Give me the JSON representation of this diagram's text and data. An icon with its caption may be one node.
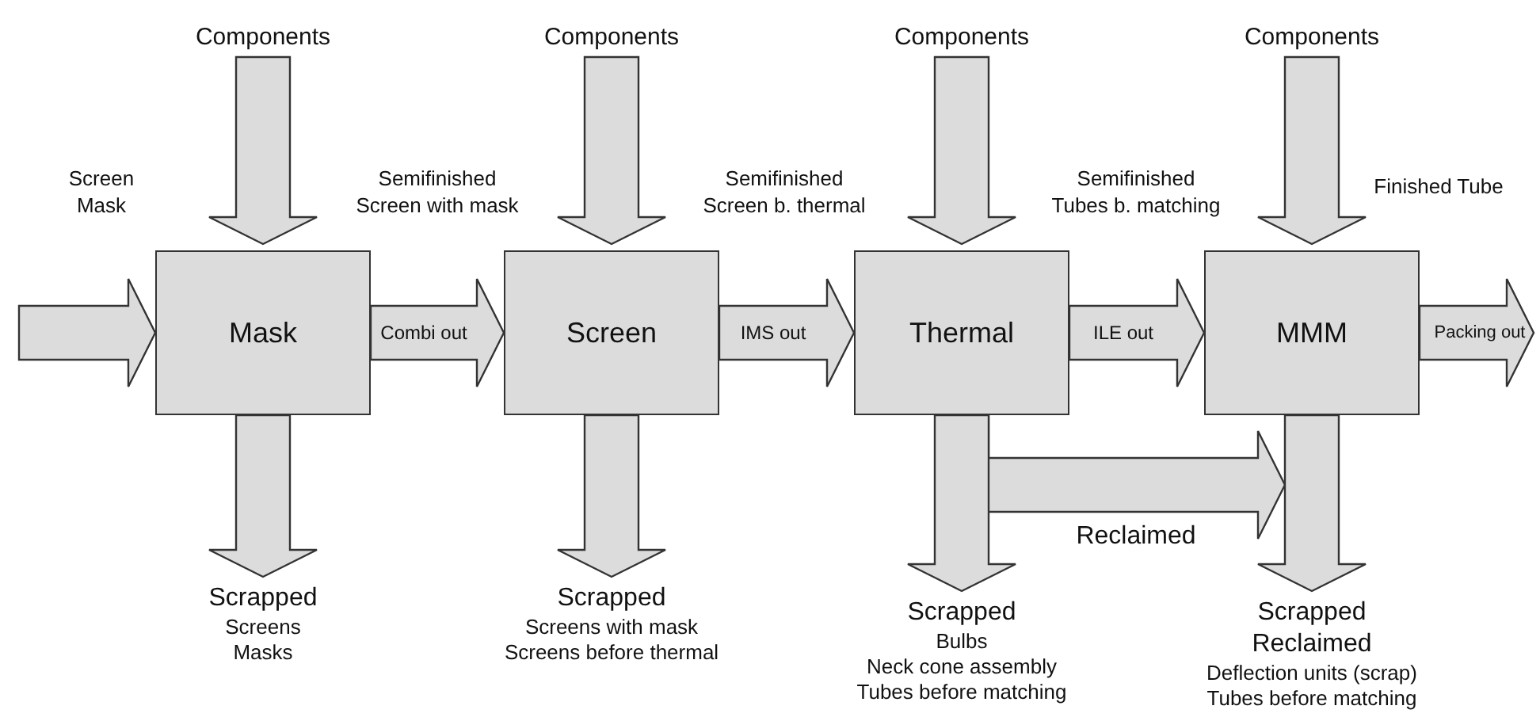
{
  "diagram": {
    "nodes": [
      {
        "text": [
          "Components"
        ]
      },
      {
        "text": [
          "Components"
        ]
      },
      {
        "text": [
          "Components"
        ]
      },
      {
        "text": [
          "Components"
        ]
      },
      {
        "text": [
          "Mask"
        ]
      },
      {
        "text": [
          "Screen"
        ]
      },
      {
        "text": [
          "Thermal"
        ]
      },
      {
        "text": [
          "MMM"
        ]
      },
      {
        "text": [
          "Scrapped",
          "Screens",
          "Masks"
        ]
      },
      {
        "text": [
          "Scrapped",
          "Screens with mask",
          "Screens before thermal"
        ]
      },
      {
        "text": [
          "Scrapped",
          "Bulbs",
          "Neck cone assembly",
          "Tubes before matching"
        ]
      },
      {
        "text": [
          "Scrapped Reclaimed",
          "Deflection units (scrap)",
          "Tubes before matching"
        ]
      }
    ],
    "edges": [
      {
        "from": null,
        "to": 4,
        "arrow": "to"
      },
      {
        "from": 4,
        "to": 5,
        "arrow": "to",
        "label": "Combi out"
      },
      {
        "from": 5,
        "to": 6,
        "arrow": "to",
        "label": "IMS out"
      },
      {
        "from": 6,
        "to": 7,
        "arrow": "to",
        "label": "ILE out"
      },
      {
        "from": 7,
        "to": null,
        "arrow": "to",
        "label": "Packing out"
      },
      {
        "from": 0,
        "to": 4,
        "arrow": "to"
      },
      {
        "from": 1,
        "to": 5,
        "arrow": "to"
      },
      {
        "from": 2,
        "to": 6,
        "arrow": "to"
      },
      {
        "from": 3,
        "to": 7,
        "arrow": "to"
      },
      {
        "from": 4,
        "to": 8,
        "arrow": "to"
      },
      {
        "from": 5,
        "to": 9,
        "arrow": "to"
      },
      {
        "from": 6,
        "to": 10,
        "arrow": "to"
      },
      {
        "from": 7,
        "to": 11,
        "arrow": "to"
      },
      {
        "from": 6,
        "to": 11,
        "arrow": "to",
        "label": "Reclaimed"
      }
    ],
    "labels": [
      "Screen Mask",
      "Semifinished Screen with mask",
      "Semifinished Screen b. thermal",
      "Semifinished Tubes b. matching",
      "Finished Tube"
    ]
  }
}
